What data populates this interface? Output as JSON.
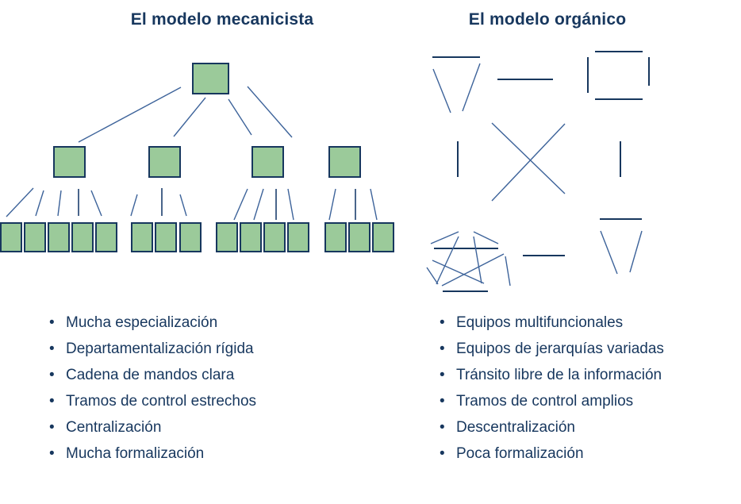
{
  "left_panel": {
    "title": "El modelo mecanicista",
    "bullets": [
      "Mucha especialización",
      "Departamentalización rígida",
      "Cadena de mandos clara",
      "Tramos de control estrechos",
      "Centralización",
      "Mucha formalización"
    ]
  },
  "right_panel": {
    "title": "El modelo orgánico",
    "bullets": [
      "Equipos multifuncionales",
      "Equipos de jerarquías variadas",
      "Tránsito libre de la información",
      "Tramos de control amplios",
      "Descentralización",
      "Poca formalización"
    ]
  },
  "colors": {
    "text": "#17375e",
    "box_fill": "#9bca9a",
    "box_border": "#17375e",
    "line_dark": "#17375e",
    "line_light": "#3d639a",
    "background": "#ffffff"
  }
}
